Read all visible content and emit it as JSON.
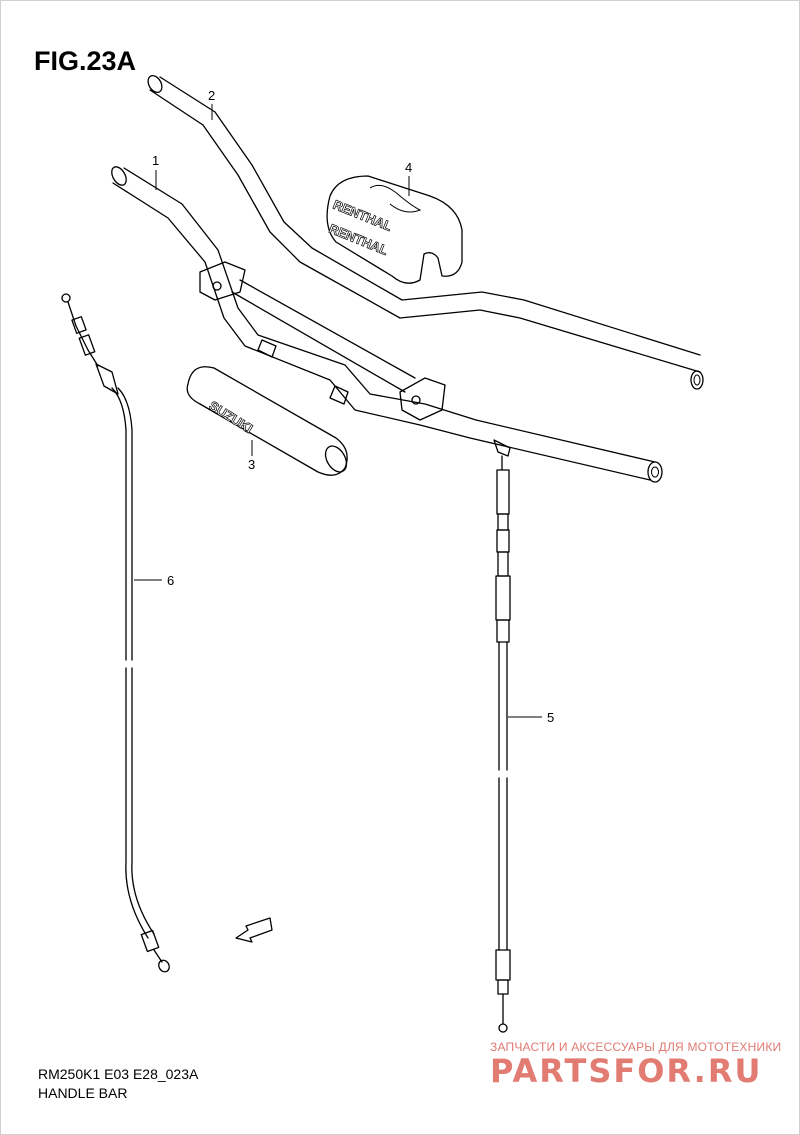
{
  "figure": {
    "title": "FIG.23A",
    "code": "RM250K1 E03 E28_023A",
    "name": "HANDLE BAR"
  },
  "callouts": [
    {
      "number": "1",
      "part": "handlebar-lower"
    },
    {
      "number": "2",
      "part": "handlebar-upper"
    },
    {
      "number": "3",
      "part": "cross-bar-pad"
    },
    {
      "number": "4",
      "part": "bar-pad"
    },
    {
      "number": "5",
      "part": "throttle-cable"
    },
    {
      "number": "6",
      "part": "clutch-cable"
    }
  ],
  "labels": {
    "pad_brand_1": "RENTHAL",
    "pad_brand_2": "RENTHAL",
    "crossbar_brand": "SUZUKI",
    "fwd_arrow": "FWD"
  },
  "watermark": {
    "tagline": "ЗАПЧАСТИ И АКСЕССУАРЫ ДЛЯ МОТОТЕХНИКИ",
    "brand": "PARTSFOR.RU",
    "color": "#e27b72"
  },
  "colors": {
    "line": "#000000",
    "background": "#ffffff",
    "pad_fill": "#d9d9d9"
  }
}
